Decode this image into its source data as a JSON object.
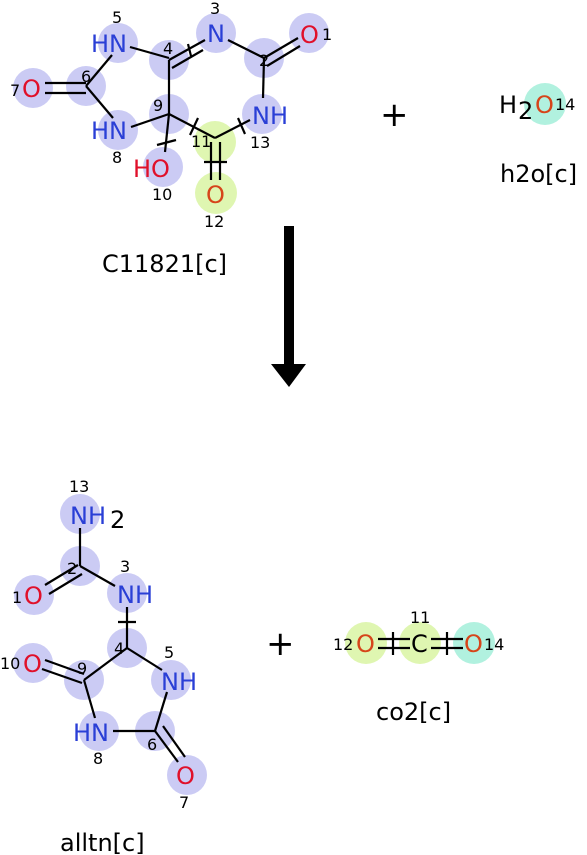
{
  "reactants": [
    {
      "label": "C11821[c]"
    },
    {
      "label": "h2o[c]"
    }
  ],
  "products": [
    {
      "label": "alltn[c]"
    },
    {
      "label": "co2[c]"
    }
  ],
  "operators": {
    "plus": "+"
  },
  "atoms": {
    "c11821": {
      "N3": "N",
      "N5": "HN",
      "N8": "HN",
      "N13": "NH",
      "O1": "O",
      "O7": "O",
      "O10": "HO",
      "O12": "O",
      "i1": "1",
      "i2": "2",
      "i3": "3",
      "i4": "4",
      "i5": "5",
      "i6": "6",
      "i7": "7",
      "i8": "8",
      "i9": "9",
      "i10": "10",
      "i11": "11",
      "i12": "12",
      "i13": "13"
    },
    "h2o": {
      "H": "H",
      "sub": "2",
      "O": "O",
      "i14": "14"
    },
    "alltn": {
      "N13": "NH",
      "N13sub": "2",
      "N3": "NH",
      "N5": "NH",
      "N8": "HN",
      "O1": "O",
      "O10": "O",
      "O7": "O",
      "i1": "1",
      "i2": "2",
      "i3": "3",
      "i4": "4",
      "i5": "5",
      "i6": "6",
      "i7": "7",
      "i8": "8",
      "i9": "9",
      "i10": "10",
      "i13": "13"
    },
    "co2": {
      "O12": "O",
      "C11": "C",
      "O14": "O",
      "i11": "11",
      "i12": "12",
      "i14": "14"
    }
  },
  "colors": {
    "nitrogen": "#2a3fd6",
    "oxygen": "#e0102a",
    "highlight_purple": "#b9b9f0",
    "highlight_green": "#dcf5a8",
    "highlight_cyan": "#a8f0dc",
    "arrow": "#000000"
  }
}
